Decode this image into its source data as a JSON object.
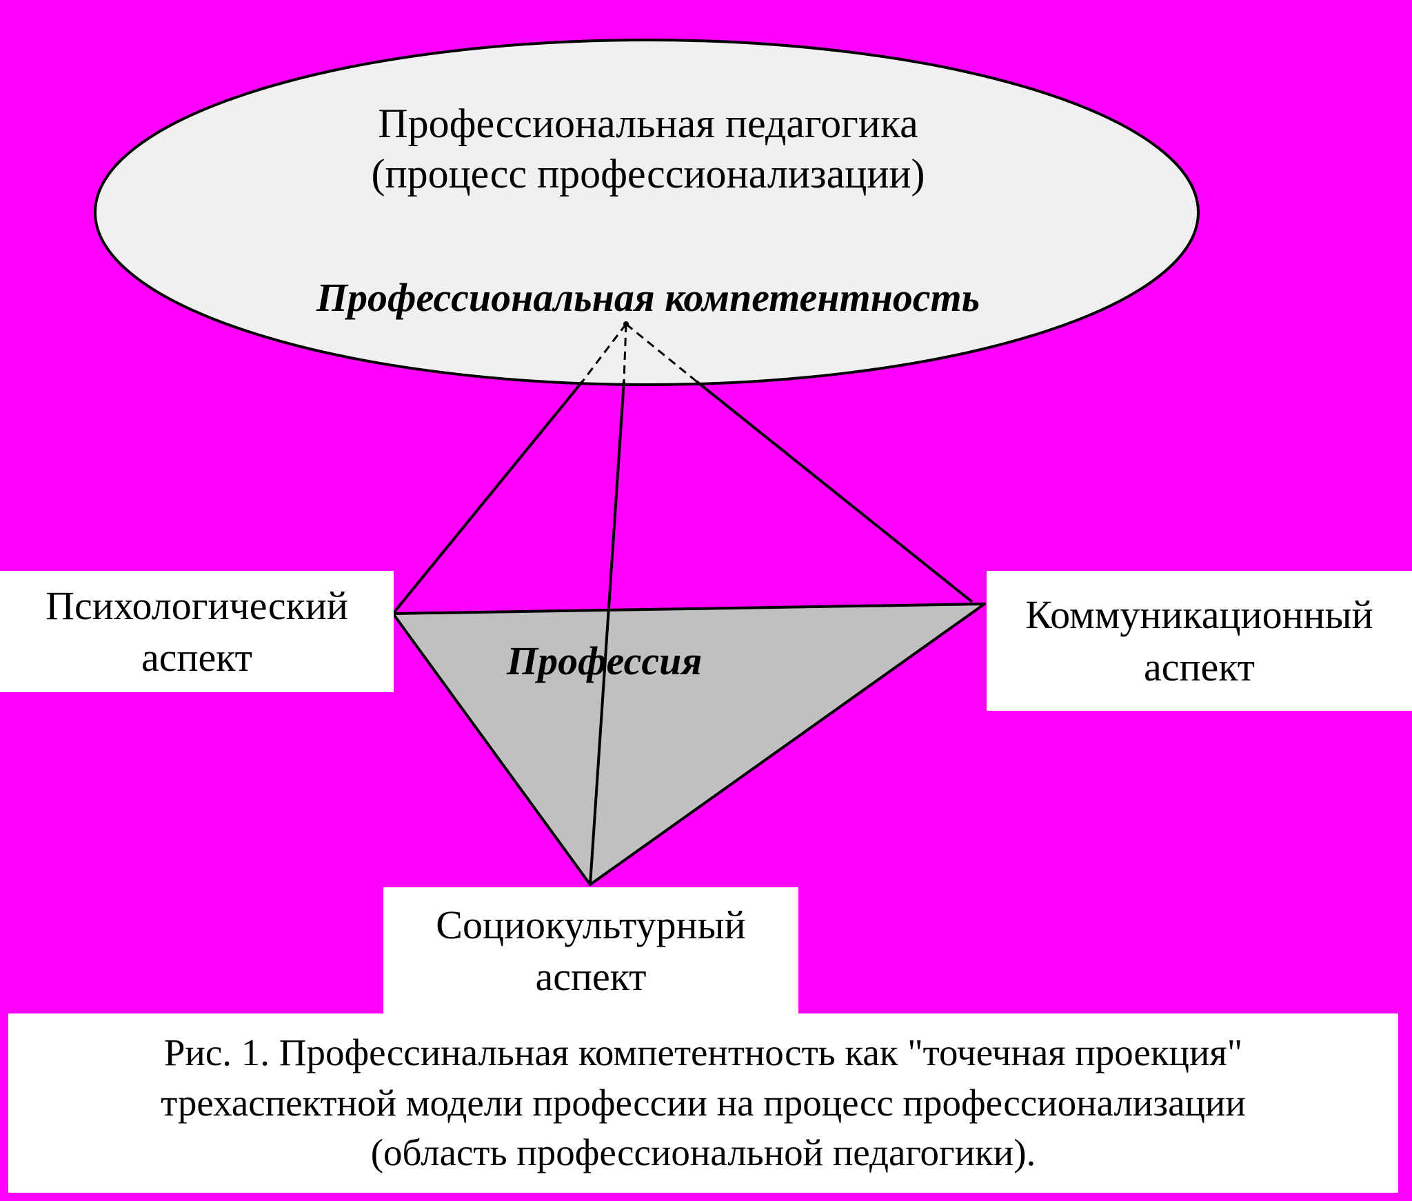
{
  "ellipse": {
    "title_line1": "Профессиональная педагогика",
    "title_line2": "(процесс профессионализации)",
    "competence": "Профессиональная компетентность"
  },
  "triangle": {
    "label": "Профессия"
  },
  "aspects": {
    "psychological": {
      "line1": "Психологический",
      "line2": "аспект"
    },
    "communication": {
      "line1": "Коммуникационный",
      "line2": "аспект"
    },
    "sociocultural": {
      "line1": "Социокультурный",
      "line2": "аспект"
    }
  },
  "caption": {
    "line1": "Рис. 1. Профессинальная компетентность как \"точечная проекция\"",
    "line2": "трехаспектной модели профессии на процесс профессионализации",
    "line3": "(область профессиональной педагогики)."
  },
  "colors": {
    "background": "#ff00ff",
    "ellipse_fill": "#f0f0f0",
    "triangle_fill": "#c0c0c0",
    "box_fill": "#ffffff",
    "stroke": "#000000"
  }
}
